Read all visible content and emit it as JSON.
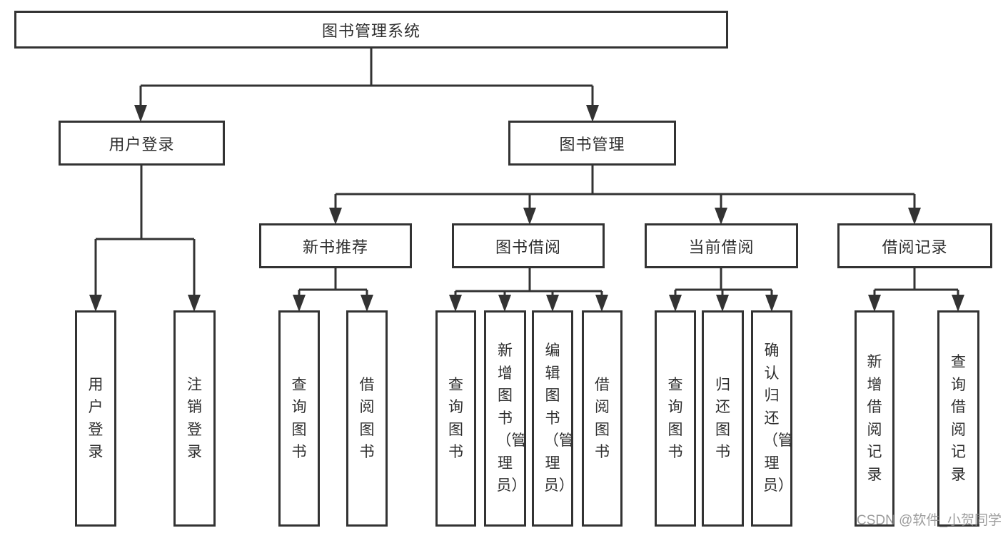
{
  "diagram": {
    "title": "图书管理系统",
    "children": [
      {
        "label": "用户登录",
        "children": [
          {
            "label": "用户登录"
          },
          {
            "label": "注销登录"
          }
        ]
      },
      {
        "label": "图书管理",
        "children": [
          {
            "label": "新书推荐",
            "children": [
              {
                "label": "查询图书"
              },
              {
                "label": "借阅图书"
              }
            ]
          },
          {
            "label": "图书借阅",
            "children": [
              {
                "label": "查询图书"
              },
              {
                "label": "新增图书（管理员）"
              },
              {
                "label": "编辑图书（管理员）"
              },
              {
                "label": "借阅图书"
              }
            ]
          },
          {
            "label": "当前借阅",
            "children": [
              {
                "label": "查询图书"
              },
              {
                "label": "归还图书"
              },
              {
                "label": "确认归还（管理员）"
              }
            ]
          },
          {
            "label": "借阅记录",
            "children": [
              {
                "label": "新增借阅记录"
              },
              {
                "label": "查询借阅记录"
              }
            ]
          }
        ]
      }
    ]
  },
  "watermark": "CSDN @软件_小贺同学",
  "colors": {
    "line": "#333333",
    "box_background": "#ffffff",
    "text": "#2e2e2e",
    "watermark": "#8c8c8c"
  }
}
